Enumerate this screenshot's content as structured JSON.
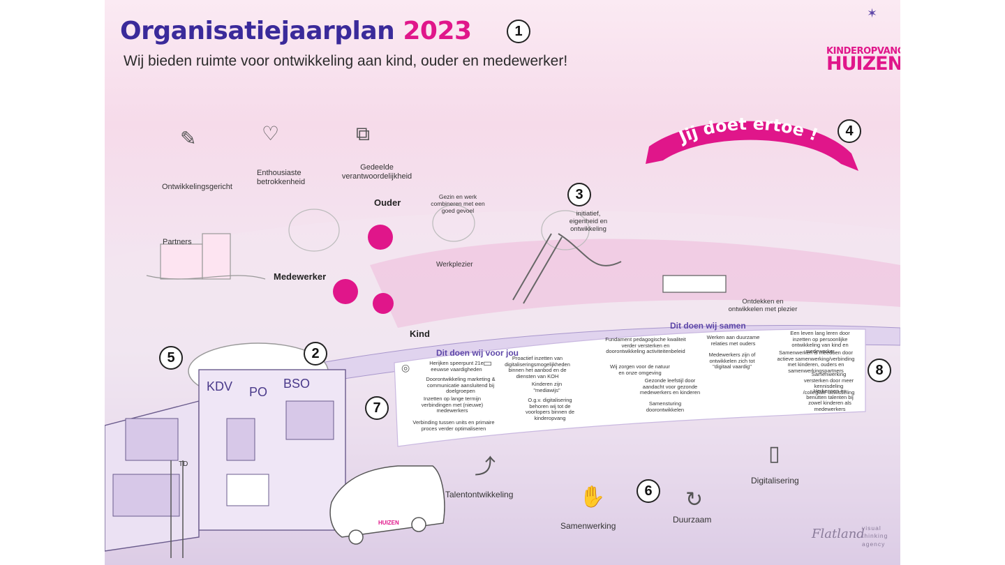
{
  "title": {
    "main": "Organisatiejaarplan",
    "year": "2023"
  },
  "subtitle": "Wij bieden ruimte voor ontwikkeling aan kind, ouder en medewerker!",
  "logo": {
    "line1": "KINDEROPVANG",
    "line2": "HUIZEN"
  },
  "numbers": {
    "n1": "1",
    "n2": "2",
    "n3": "3",
    "n4": "4",
    "n5": "5",
    "n6": "6",
    "n7": "7",
    "n8": "8"
  },
  "values": {
    "ontwikkelingsgericht": "Ontwikkelingsgericht",
    "enthousiaste": "Enthousiaste betrokkenheid",
    "gedeelde": "Gedeelde verantwoordelijkheid"
  },
  "banner": "Jij doet ertoe !",
  "scene": {
    "partners": "Partners",
    "ouder": "Ouder",
    "medewerker": "Medewerker",
    "kind": "Kind",
    "gezin": "Gezin en werk combineren met een goed gevoel",
    "werkplezier": "Werkplezier",
    "initiatief": "initiatief, eigenheid en ontwikkeling",
    "ontdekken": "Ontdekken en ontwikkelen met plezier"
  },
  "locations": {
    "kdv": "KDV",
    "po": "PO",
    "bso": "BSO"
  },
  "section_jou": {
    "header": "Dit doen wij voor jou",
    "items": [
      "Herijken speerpunt 21e eeuwse vaardigheden",
      "Doorontwikkeling marketing & communicatie aansluitend bij doelgroepen",
      "Inzetten op lange termijn verbindingen met (nieuwe) medewerkers",
      "Verbinding tussen units en primaire proces verder optimaliseren",
      "Proactief inzetten van digitaliseringsmogelijkheden binnen het aanbod en de diensten van KOH",
      "Kinderen zijn \"mediawijs\"",
      "O.g.v. digitalisering behoren wij tot de voorlopers binnen de kinderopvang"
    ]
  },
  "section_samen": {
    "header": "Dit doen wij samen",
    "items": [
      "Fundament pedagogische kwaliteit verder versterken en doorontwikkeling activiteitenbeleid",
      "Wij zorgen voor de natuur en onze omgeving",
      "Gezonde leefstijl door aandacht voor gezonde medewerkers en kinderen",
      "Samensturing doorontwikkelen",
      "Werken aan duurzame relaties met ouders",
      "Medewerkers zijn of ontwikkelen zich tot \"digitaal vaardig\"",
      "Een leven lang leren door inzetten op persoonlijke ontwikkeling van kind en medewerker",
      "Samenwerken is meedoen door actieve samenwerking/verbinding met kinderen, ouders en samenwerkingspartners",
      "Samenwerking versterken door meer kennisdeling /collegiale uitwisseling",
      "Herkennen en benutten talenten bij zowel kinderen als medewerkers"
    ]
  },
  "themes": {
    "talent": "Talentontwikkeling",
    "samenwerking": "Samenwerking",
    "duurzaam": "Duurzaam",
    "digitalisering": "Digitalisering"
  },
  "building": {
    "td": "TD",
    "van_logo": "HUIZEN"
  },
  "credit": {
    "flatland": "Flatland",
    "agency": "visual thinking agency"
  },
  "icons": {
    "values": [
      "pencil-scissors-icon",
      "heart-hands-icon",
      "puzzle-icon"
    ],
    "themes": [
      "talent-growth-icon",
      "handshake-icon",
      "recycle-icon",
      "tablet-icon"
    ]
  },
  "colors": {
    "brand_pink": "#e0168a",
    "title_purple": "#3a2a9a",
    "section_purple": "#5e47a8",
    "ground_purple": "#b9a6d6"
  }
}
